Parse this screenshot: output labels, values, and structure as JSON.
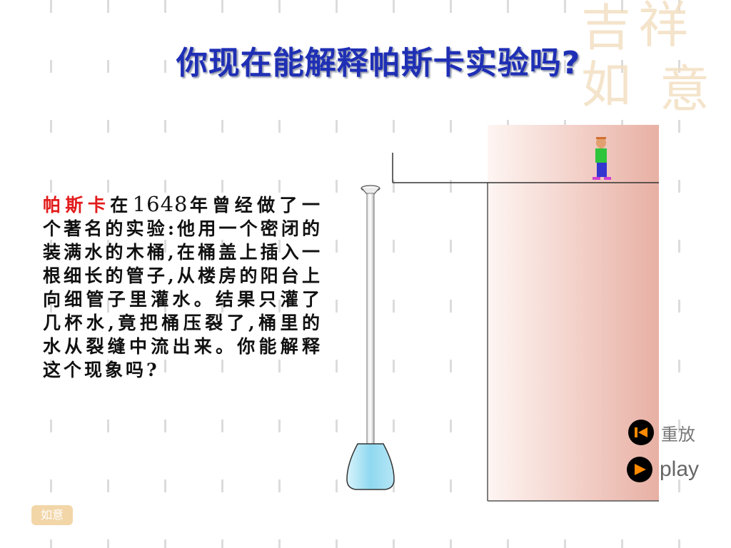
{
  "title": "你现在能解释帕斯卡实验吗?",
  "story": {
    "name": "帕斯卡",
    "part1": "在",
    "year": "1648",
    "part2": "年曾经做了一个著名的实验:他用一个密闭的装满水的木桶,在桶盖上插入一根细长的管子,从楼房的阳台上向细管子里灌水。结果只灌了几杯水,竟把桶压裂了,桶里的水从裂缝中流出来。你能解释这个现象吗?"
  },
  "controls": {
    "replay_label": "重放",
    "play_label": "play"
  },
  "colors": {
    "title": "#1f2fb5",
    "highlight": "#e21b1b",
    "building_start": "#fdf1ee",
    "building_end": "#e9b2a6",
    "barrel": "#8fd8f0"
  },
  "icons": {
    "replay": "skip-back-icon",
    "play": "play-icon"
  }
}
